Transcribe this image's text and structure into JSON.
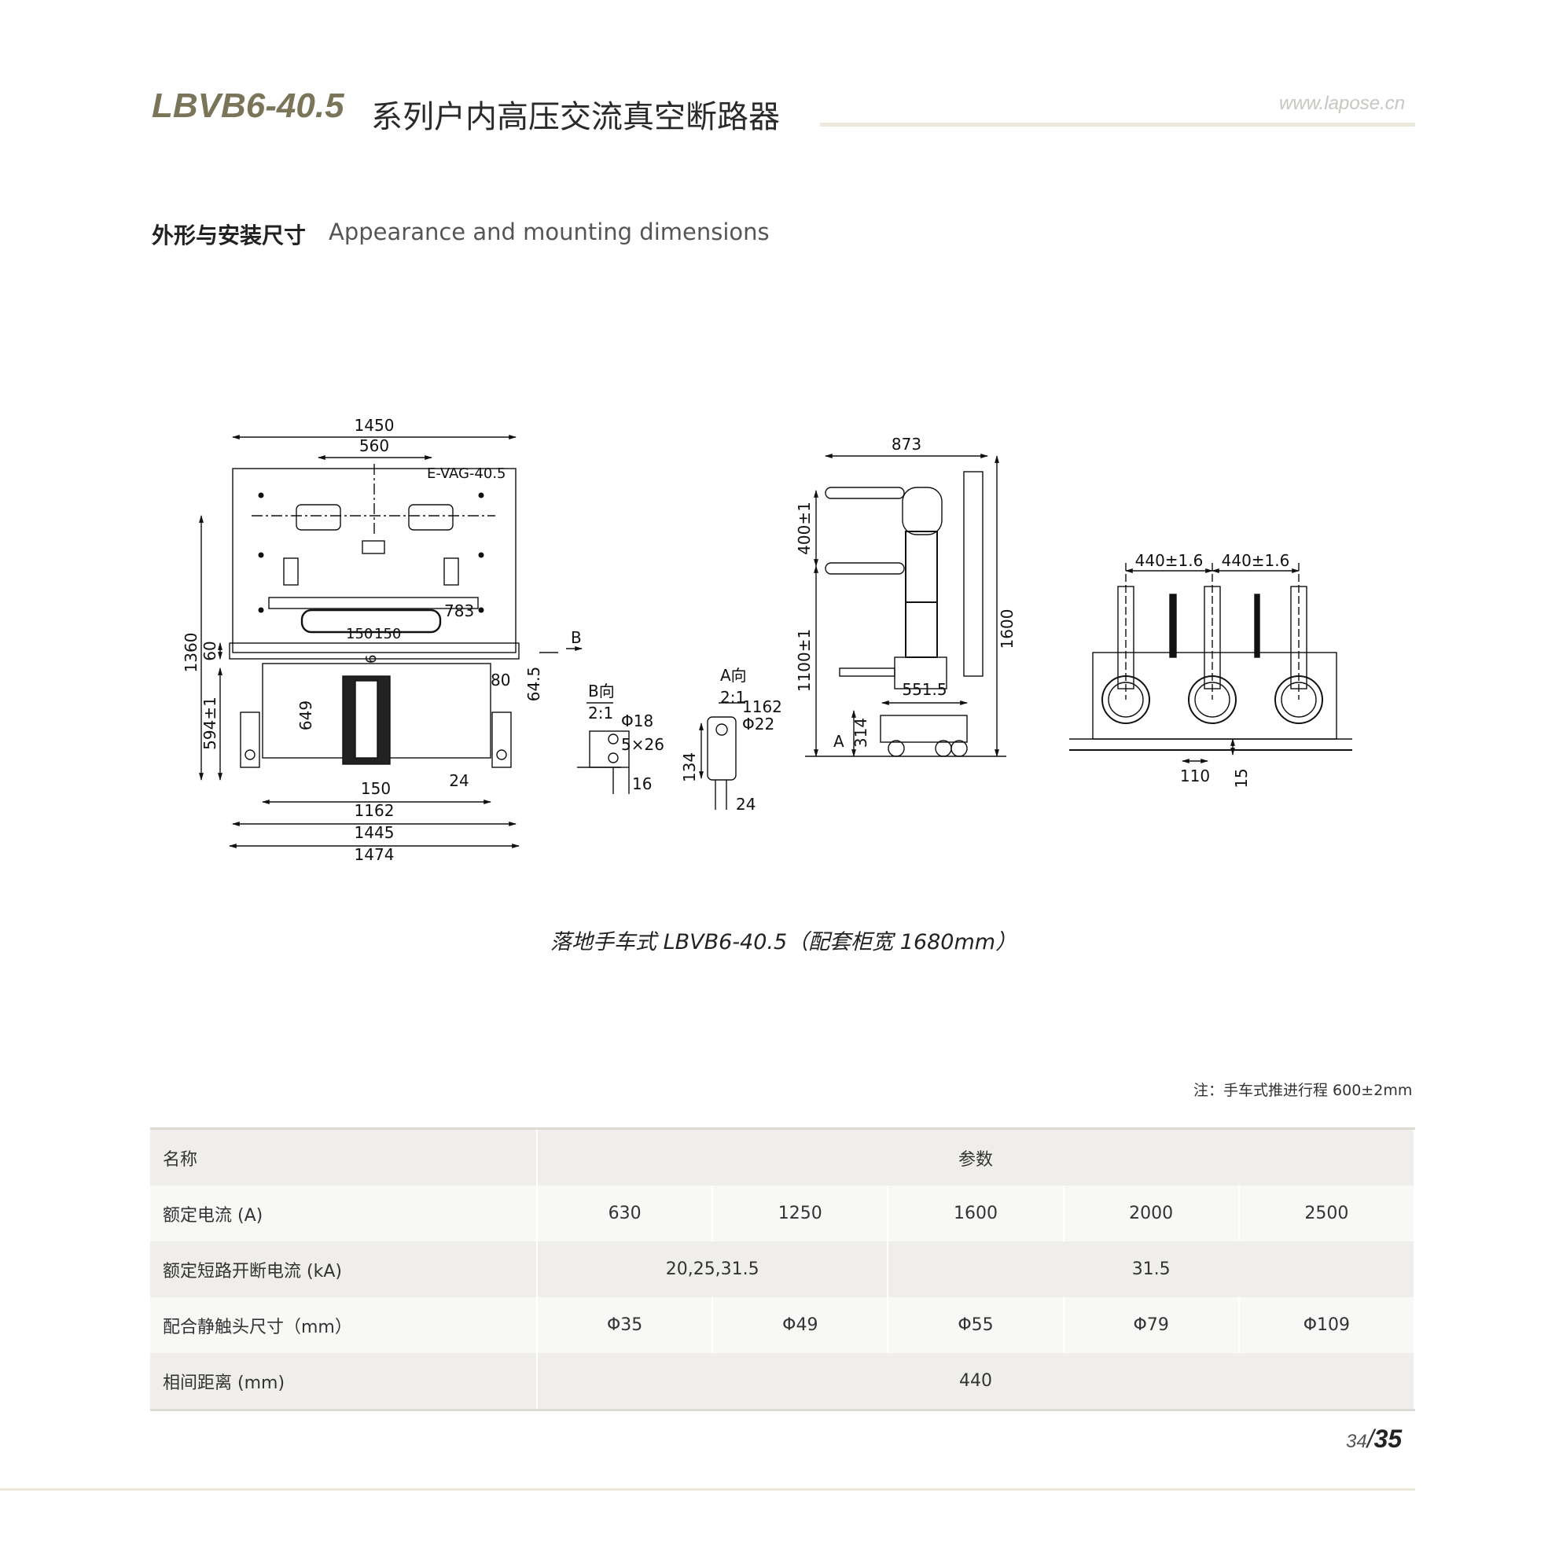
{
  "header": {
    "brand_model": "LBVB6-40.5",
    "title_cn": "系列户内高压交流真空断路器",
    "site_url": "www.lapose.cn"
  },
  "section": {
    "title_cn": "外形与安装尺寸",
    "title_en": "Appearance and mounting dimensions"
  },
  "drawing": {
    "front_view": {
      "model_label": "E-VAG-40.5",
      "dims": [
        "1450",
        "560",
        "783",
        "1360",
        "60",
        "594±1",
        "649",
        "150",
        "150",
        "6",
        "80",
        "64.5",
        "150",
        "24",
        "1162",
        "1445",
        "1474"
      ],
      "view_marker": "B"
    },
    "detail_b": {
      "label": "B向",
      "scale": "2:1",
      "dims": [
        "Φ18",
        "5×26",
        "16"
      ]
    },
    "detail_a": {
      "label": "A向",
      "scale": "2:1",
      "dims": [
        "1162",
        "Φ22",
        "134",
        "24"
      ]
    },
    "side_view": {
      "dims": [
        "873",
        "400±1",
        "1100±1",
        "1600",
        "551.5",
        "314"
      ],
      "view_marker": "A"
    },
    "rear_view": {
      "dims": [
        "440±1.6",
        "440±1.6",
        "110",
        "15"
      ]
    }
  },
  "caption": "落地手车式 LBVB6-40.5（配套柜宽 1680mm）",
  "note": "注：手车式推进行程 600±2mm",
  "table": {
    "header": {
      "name": "名称",
      "params": "参数"
    },
    "rows": [
      {
        "name": "额定电流 (A)",
        "values": [
          "630",
          "1250",
          "1600",
          "2000",
          "2500"
        ]
      },
      {
        "name": "额定短路开断电流 (kA)",
        "values": [
          "20,25,31.5",
          "31.5"
        ]
      },
      {
        "name": "配合静触头尺寸（mm）",
        "values": [
          "Φ35",
          "Φ49",
          "Φ55",
          "Φ79",
          "Φ109"
        ]
      },
      {
        "name": "相间距离 (mm)",
        "values": [
          "440"
        ]
      }
    ]
  },
  "page": {
    "current": "34",
    "total": "35"
  }
}
